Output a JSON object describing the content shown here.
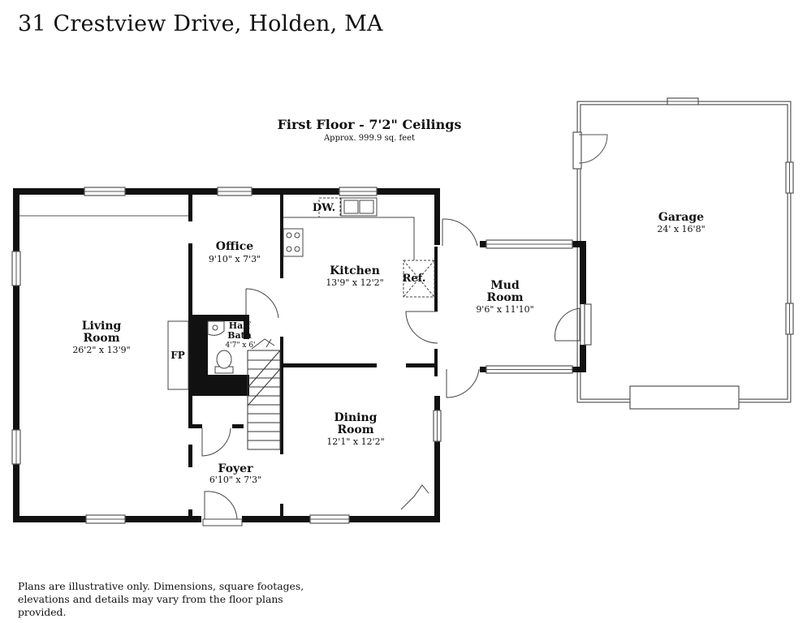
{
  "title": "31 Crestview Drive, Holden, MA",
  "floor": {
    "heading": "First Floor - 7'2\" Ceilings",
    "area": "Approx. 999.9 sq. feet"
  },
  "rooms": {
    "living_room": {
      "name_line1": "Living",
      "name_line2": "Room",
      "dims": "26'2\" x 13'9\""
    },
    "office": {
      "name": "Office",
      "dims": "9'10\" x 7'3\""
    },
    "kitchen": {
      "name": "Kitchen",
      "dims": "13'9\" x 12'2\""
    },
    "half_bath": {
      "name_line1": "Half",
      "name_line2": "Bath",
      "dims": "4'7\" x 6'"
    },
    "dining_room": {
      "name_line1": "Dining",
      "name_line2": "Room",
      "dims": "12'1\" x 12'2\""
    },
    "foyer": {
      "name": "Foyer",
      "dims": "6'10\" x 7'3\""
    },
    "mud_room": {
      "name_line1": "Mud",
      "name_line2": "Room",
      "dims": "9'6\" x 11'10\""
    },
    "garage": {
      "name": "Garage",
      "dims": "24' x 16'8\""
    }
  },
  "fixtures": {
    "fireplace": "FP",
    "dishwasher": "DW.",
    "refrigerator": "Ref."
  },
  "disclaimer": "Plans are illustrative only. Dimensions, square footages, elevations and details may vary from the floor plans provided."
}
